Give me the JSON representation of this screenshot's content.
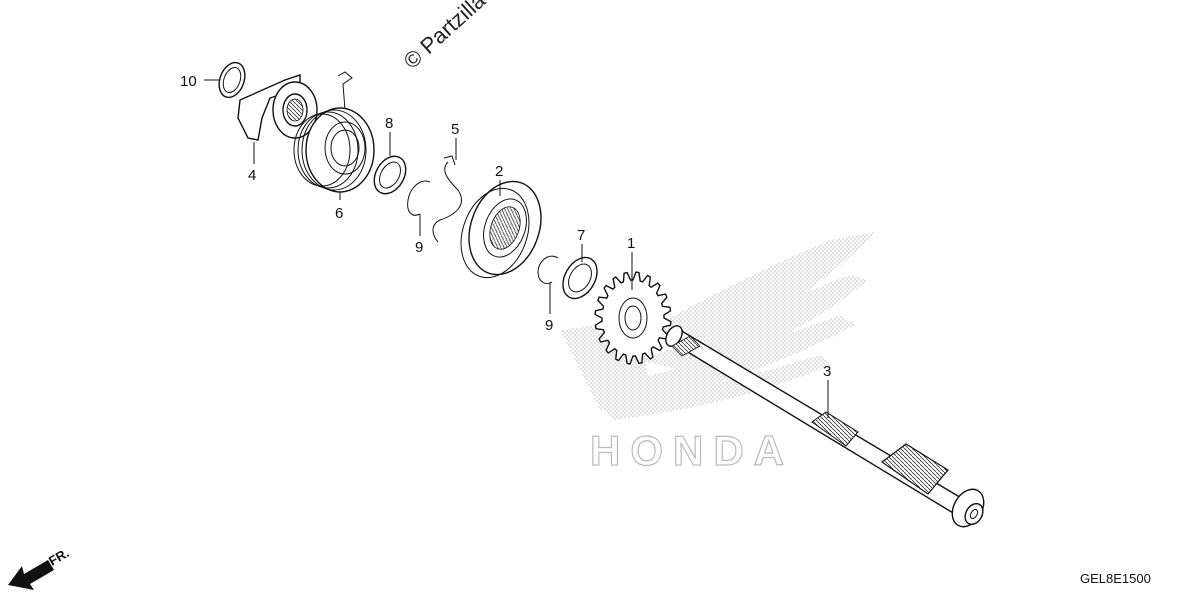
{
  "watermark": {
    "text": "© Partzilla"
  },
  "brand_watermark": {
    "text": "HONDA"
  },
  "front_indicator": {
    "label": "FR."
  },
  "diagram_code": "GEL8E1500",
  "callouts": {
    "p1": "1",
    "p2": "2",
    "p3": "3",
    "p4": "4",
    "p5": "5",
    "p6": "6",
    "p7": "7",
    "p8": "8",
    "p9a": "9",
    "p9b": "9",
    "p10": "10"
  }
}
